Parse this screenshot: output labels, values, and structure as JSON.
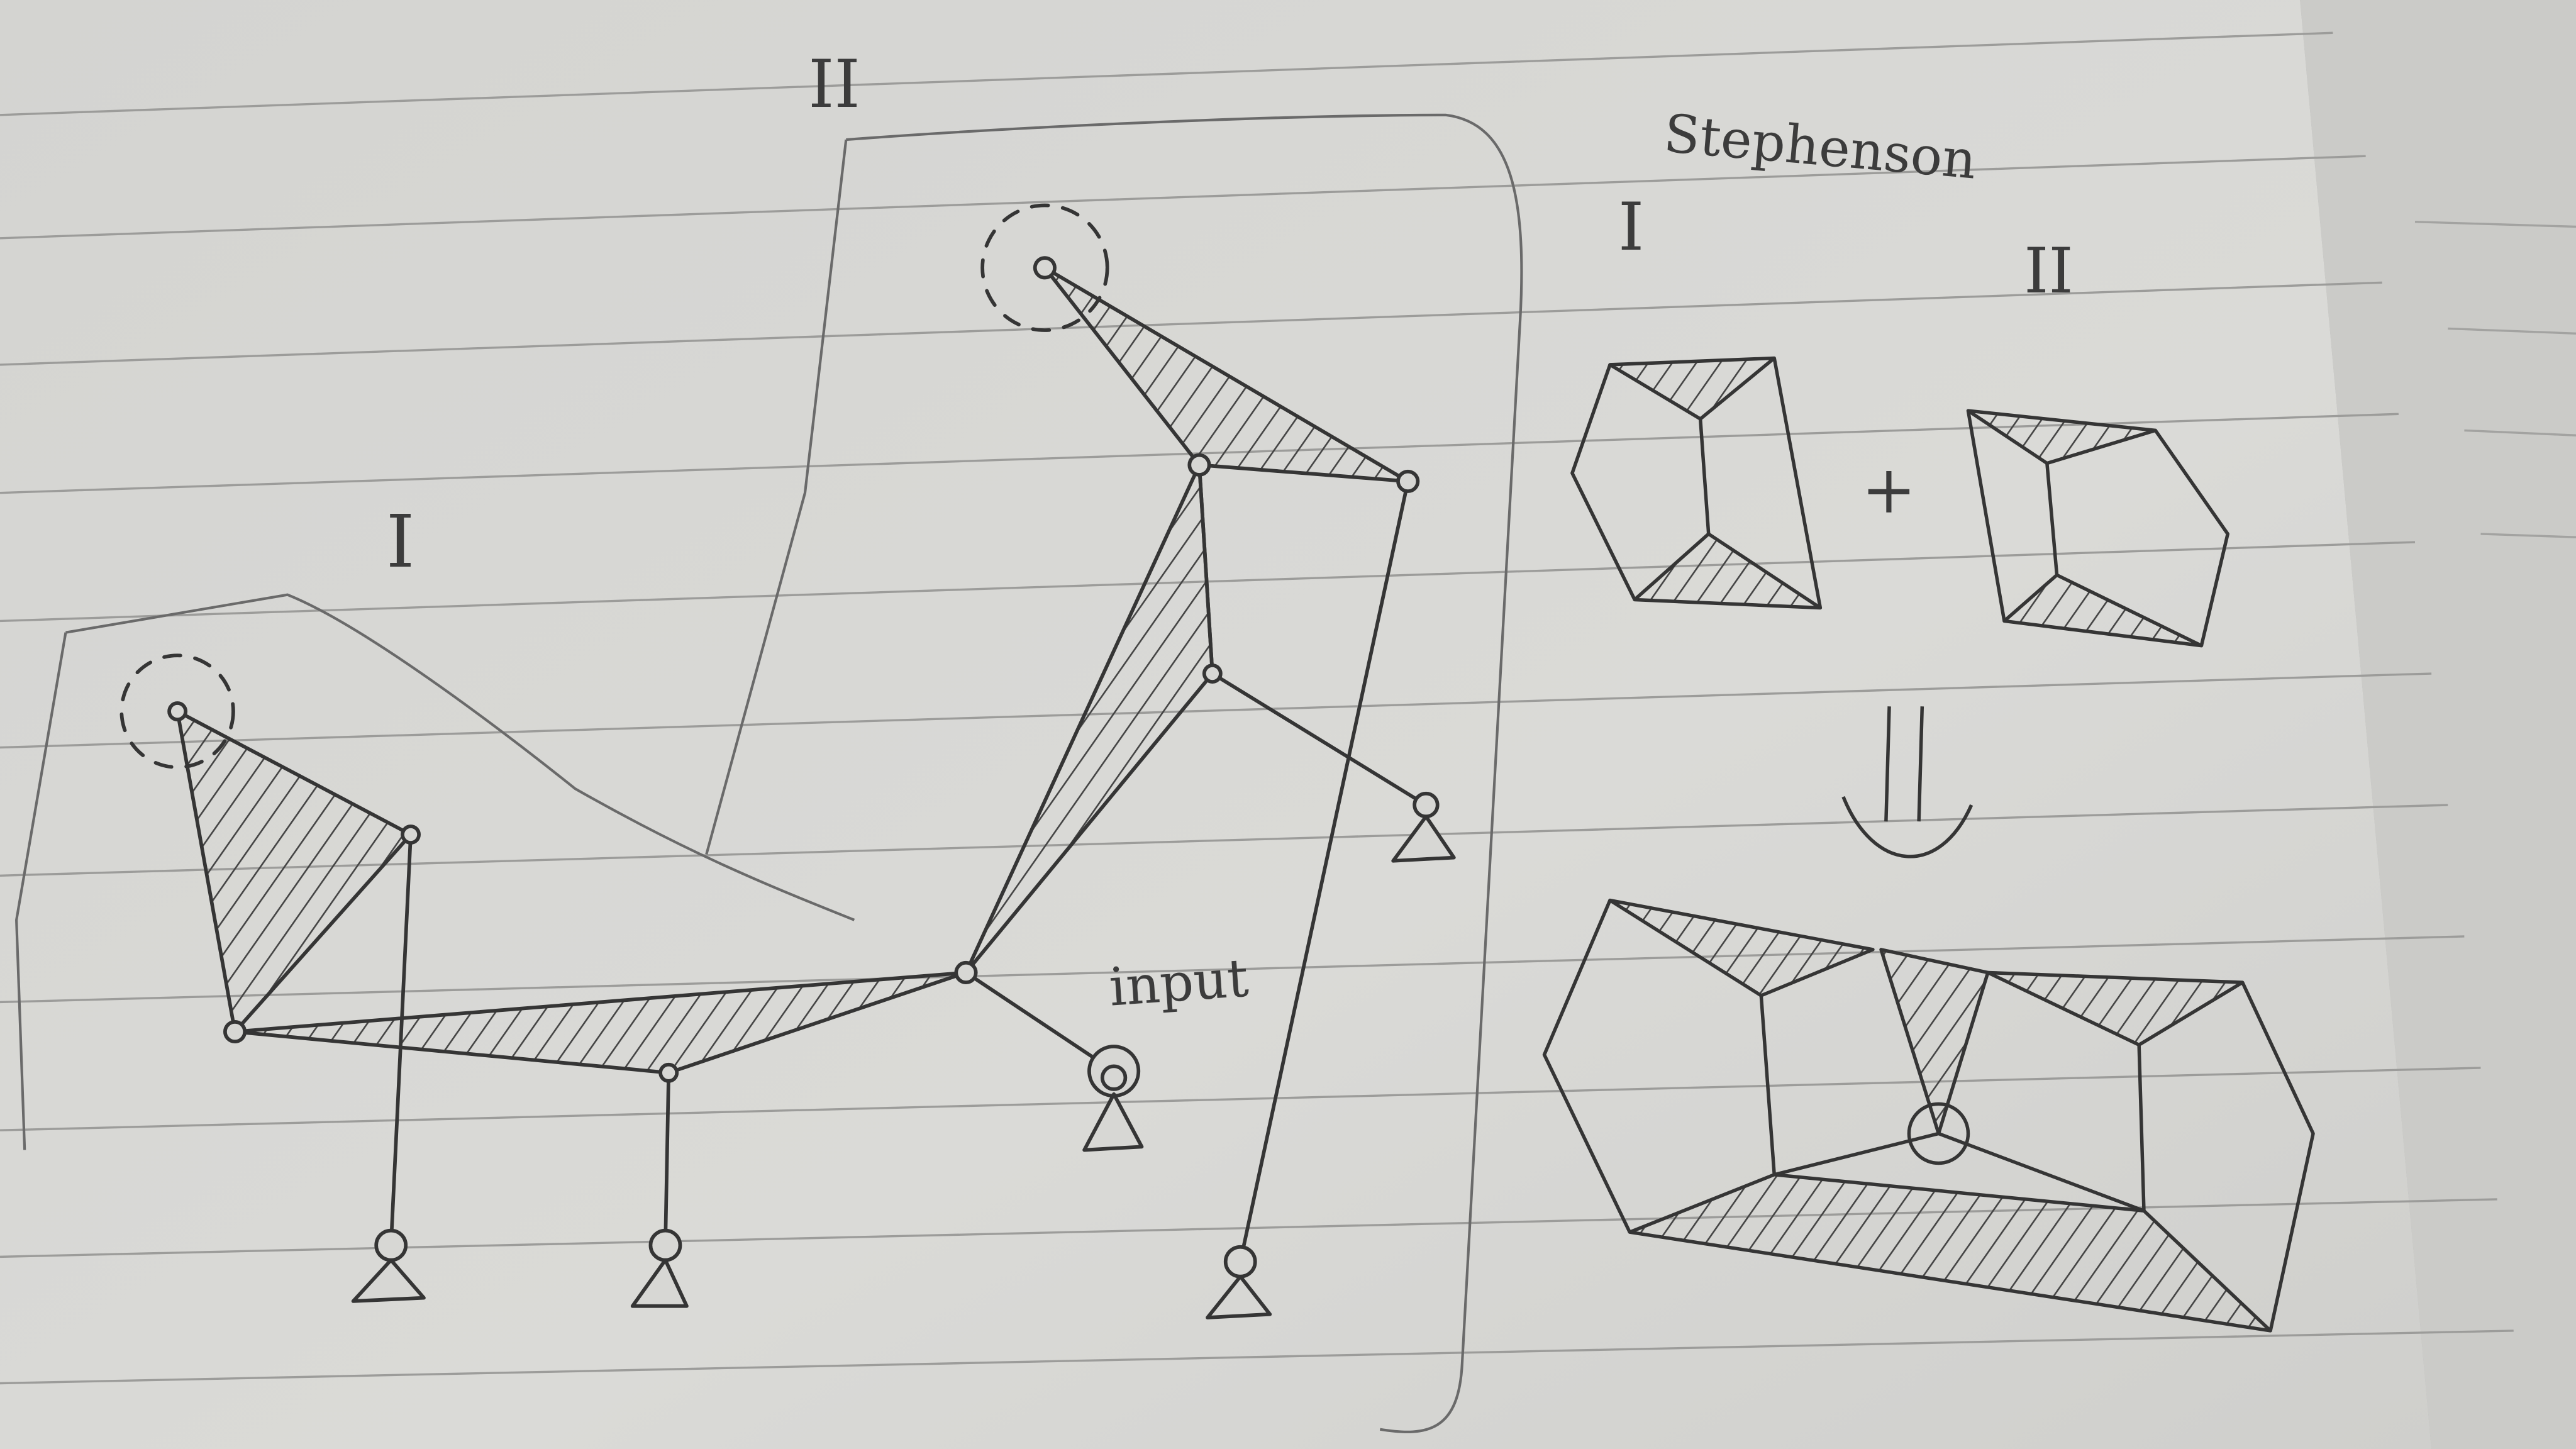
{
  "photo": {
    "subject": "notebook-page-with-pencil-sketch",
    "paper_color": "#d7d7d4",
    "pencil_color": "#3a3a3a"
  },
  "labels": {
    "sub_chain_one": "I",
    "sub_chain_two": "II",
    "input": "input",
    "stephenson": "Stephenson",
    "combine_one": "I",
    "combine_two": "II",
    "plus": "+"
  }
}
